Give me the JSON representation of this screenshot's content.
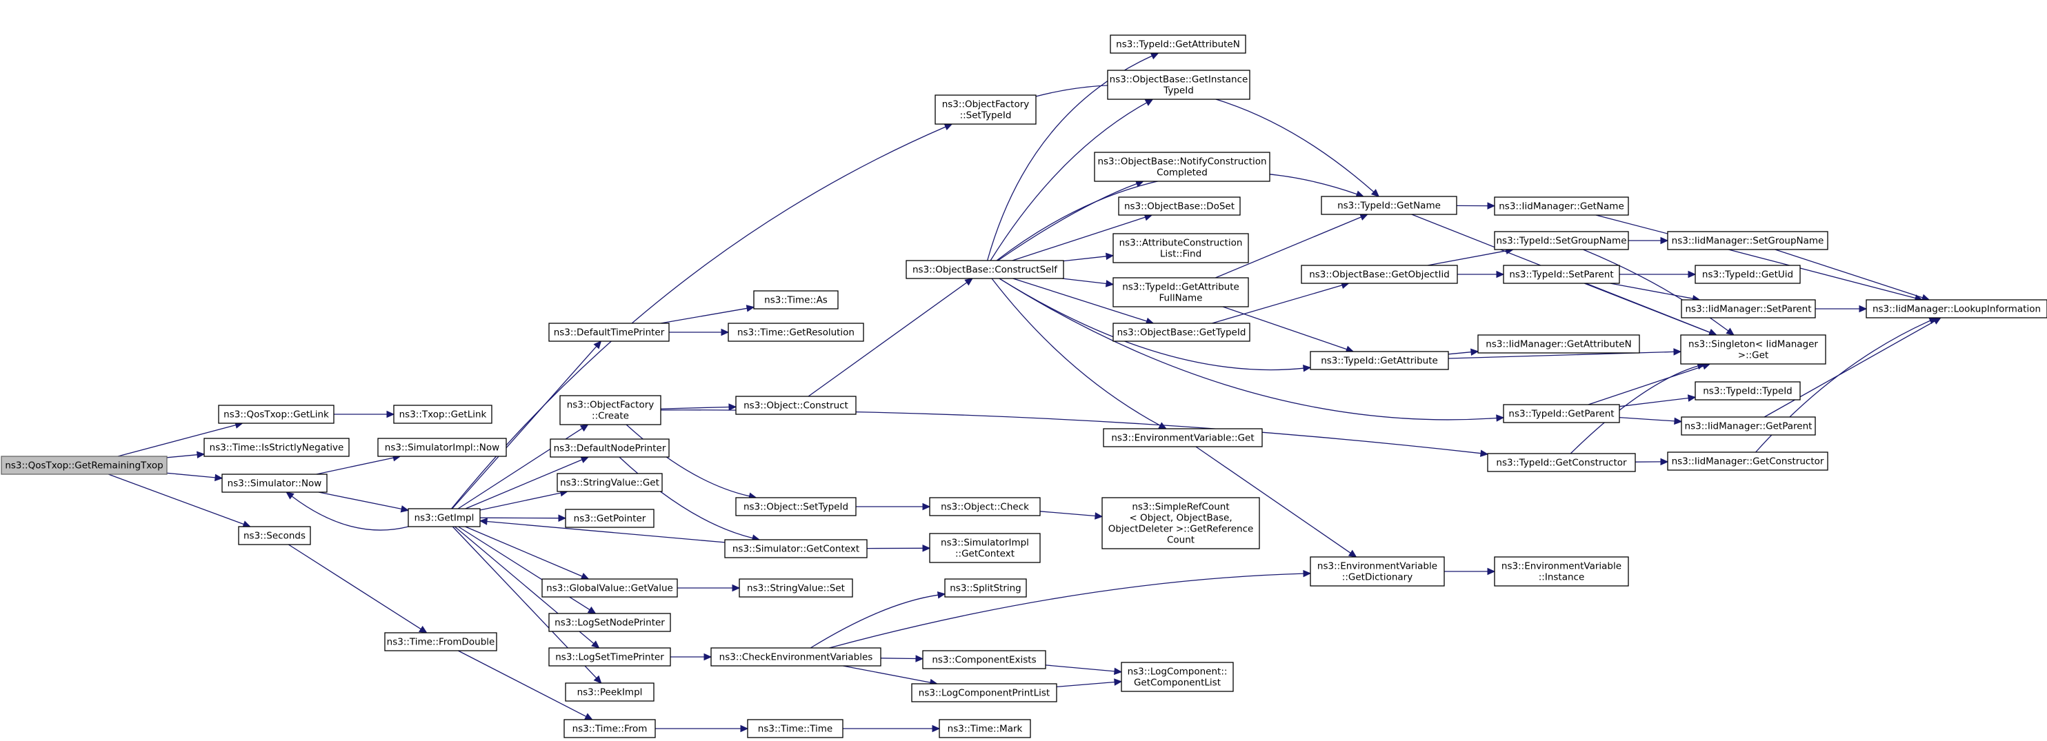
{
  "root": "ns3::QosTxop::GetRemainingTxop",
  "colors": {
    "edge": "#191970",
    "root_fill": "#bfbfbf",
    "node_fill": "#ffffff"
  },
  "nodes": [
    {
      "id": "root",
      "lines": [
        "ns3::QosTxop::GetRemainingTxop"
      ]
    },
    {
      "id": "qos_getlink",
      "lines": [
        "ns3::QosTxop::GetLink"
      ]
    },
    {
      "id": "txop_getlink",
      "lines": [
        "ns3::Txop::GetLink"
      ]
    },
    {
      "id": "time_isneg",
      "lines": [
        "ns3::Time::IsStrictlyNegative"
      ]
    },
    {
      "id": "sim_now",
      "lines": [
        "ns3::Simulator::Now"
      ]
    },
    {
      "id": "simimpl_now",
      "lines": [
        "ns3::SimulatorImpl::Now"
      ]
    },
    {
      "id": "seconds",
      "lines": [
        "ns3::Seconds"
      ]
    },
    {
      "id": "getimpl",
      "lines": [
        "ns3::GetImpl"
      ]
    },
    {
      "id": "fromdouble",
      "lines": [
        "ns3::Time::FromDouble"
      ]
    },
    {
      "id": "deftimeprinter",
      "lines": [
        "ns3::DefaultTimePrinter"
      ]
    },
    {
      "id": "of_create",
      "lines": [
        "ns3::ObjectFactory",
        "::Create"
      ]
    },
    {
      "id": "defnodeprinter",
      "lines": [
        "ns3::DefaultNodePrinter"
      ]
    },
    {
      "id": "sv_get",
      "lines": [
        "ns3::StringValue::Get"
      ]
    },
    {
      "id": "getpointer",
      "lines": [
        "ns3::GetPointer"
      ]
    },
    {
      "id": "gv_getvalue",
      "lines": [
        "ns3::GlobalValue::GetValue"
      ]
    },
    {
      "id": "logsetnode",
      "lines": [
        "ns3::LogSetNodePrinter"
      ]
    },
    {
      "id": "logsettime",
      "lines": [
        "ns3::LogSetTimePrinter"
      ]
    },
    {
      "id": "peekimpl",
      "lines": [
        "ns3::PeekImpl"
      ]
    },
    {
      "id": "time_from",
      "lines": [
        "ns3::Time::From"
      ]
    },
    {
      "id": "time_as",
      "lines": [
        "ns3::Time::As"
      ]
    },
    {
      "id": "time_getres",
      "lines": [
        "ns3::Time::GetResolution"
      ]
    },
    {
      "id": "obj_construct",
      "lines": [
        "ns3::Object::Construct"
      ]
    },
    {
      "id": "obj_settypeid",
      "lines": [
        "ns3::Object::SetTypeId"
      ]
    },
    {
      "id": "sim_getcontext",
      "lines": [
        "ns3::Simulator::GetContext"
      ]
    },
    {
      "id": "sv_set",
      "lines": [
        "ns3::StringValue::Set"
      ]
    },
    {
      "id": "check_env",
      "lines": [
        "ns3::CheckEnvironmentVariables"
      ]
    },
    {
      "id": "time_time",
      "lines": [
        "ns3::Time::Time"
      ]
    },
    {
      "id": "of_settypeid",
      "lines": [
        "ns3::ObjectFactory",
        "::SetTypeId"
      ]
    },
    {
      "id": "ob_constructself",
      "lines": [
        "ns3::ObjectBase::ConstructSelf"
      ]
    },
    {
      "id": "obj_check",
      "lines": [
        "ns3::Object::Check"
      ]
    },
    {
      "id": "simimpl_getctx",
      "lines": [
        "ns3::SimulatorImpl",
        "::GetContext"
      ]
    },
    {
      "id": "splitstring",
      "lines": [
        "ns3::SplitString"
      ]
    },
    {
      "id": "compexists",
      "lines": [
        "ns3::ComponentExists"
      ]
    },
    {
      "id": "logcompprint",
      "lines": [
        "ns3::LogComponentPrintList"
      ]
    },
    {
      "id": "time_mark",
      "lines": [
        "ns3::Time::Mark"
      ]
    },
    {
      "id": "tid_getattrn",
      "lines": [
        "ns3::TypeId::GetAttributeN"
      ]
    },
    {
      "id": "ob_getinsttid",
      "lines": [
        "ns3::ObjectBase::GetInstance",
        "TypeId"
      ]
    },
    {
      "id": "ob_notify",
      "lines": [
        "ns3::ObjectBase::NotifyConstruction",
        "Completed"
      ]
    },
    {
      "id": "ob_doset",
      "lines": [
        "ns3::ObjectBase::DoSet"
      ]
    },
    {
      "id": "acl_find",
      "lines": [
        "ns3::AttributeConstruction",
        "List::Find"
      ]
    },
    {
      "id": "tid_getattrfull",
      "lines": [
        "ns3::TypeId::GetAttribute",
        "FullName"
      ]
    },
    {
      "id": "ob_gettypeid",
      "lines": [
        "ns3::ObjectBase::GetTypeId"
      ]
    },
    {
      "id": "env_get",
      "lines": [
        "ns3::EnvironmentVariable::Get"
      ]
    },
    {
      "id": "simplerefcount",
      "lines": [
        "ns3::SimpleRefCount",
        "< Object, ObjectBase,",
        "ObjectDeleter >::GetReference",
        "Count"
      ]
    },
    {
      "id": "logcomp_getlist",
      "lines": [
        "ns3::LogComponent::",
        "GetComponentList"
      ]
    },
    {
      "id": "tid_getname",
      "lines": [
        "ns3::TypeId::GetName"
      ]
    },
    {
      "id": "ob_getobjecttid",
      "lines": [
        "ns3::ObjectBase::GetObjectIid"
      ]
    },
    {
      "id": "tid_getattribute",
      "lines": [
        "ns3::TypeId::GetAttribute"
      ]
    },
    {
      "id": "env_getdict",
      "lines": [
        "ns3::EnvironmentVariable",
        "::GetDictionary"
      ]
    },
    {
      "id": "iid_getname",
      "lines": [
        "ns3::IidManager::GetName"
      ]
    },
    {
      "id": "tid_setgroupname",
      "lines": [
        "ns3::TypeId::SetGroupName"
      ]
    },
    {
      "id": "tid_setparent",
      "lines": [
        "ns3::TypeId::SetParent"
      ]
    },
    {
      "id": "iid_getattrn",
      "lines": [
        "ns3::IidManager::GetAttributeN"
      ]
    },
    {
      "id": "tid_getparent",
      "lines": [
        "ns3::TypeId::GetParent"
      ]
    },
    {
      "id": "tid_getconstructor",
      "lines": [
        "ns3::TypeId::GetConstructor"
      ]
    },
    {
      "id": "env_instance",
      "lines": [
        "ns3::EnvironmentVariable",
        "::Instance"
      ]
    },
    {
      "id": "iid_setgroupname",
      "lines": [
        "ns3::IidManager::SetGroupName"
      ]
    },
    {
      "id": "tid_getuid",
      "lines": [
        "ns3::TypeId::GetUid"
      ]
    },
    {
      "id": "iid_setparent",
      "lines": [
        "ns3::IidManager::SetParent"
      ]
    },
    {
      "id": "singleton_get",
      "lines": [
        "ns3::Singleton< IidManager",
        ">::Get"
      ]
    },
    {
      "id": "tid_typeid",
      "lines": [
        "ns3::TypeId::TypeId"
      ]
    },
    {
      "id": "iid_getparent",
      "lines": [
        "ns3::IidManager::GetParent"
      ]
    },
    {
      "id": "iid_getconstructor",
      "lines": [
        "ns3::IidManager::GetConstructor"
      ]
    },
    {
      "id": "iid_lookupinfo",
      "lines": [
        "ns3::IidManager::LookupInformation"
      ]
    }
  ]
}
